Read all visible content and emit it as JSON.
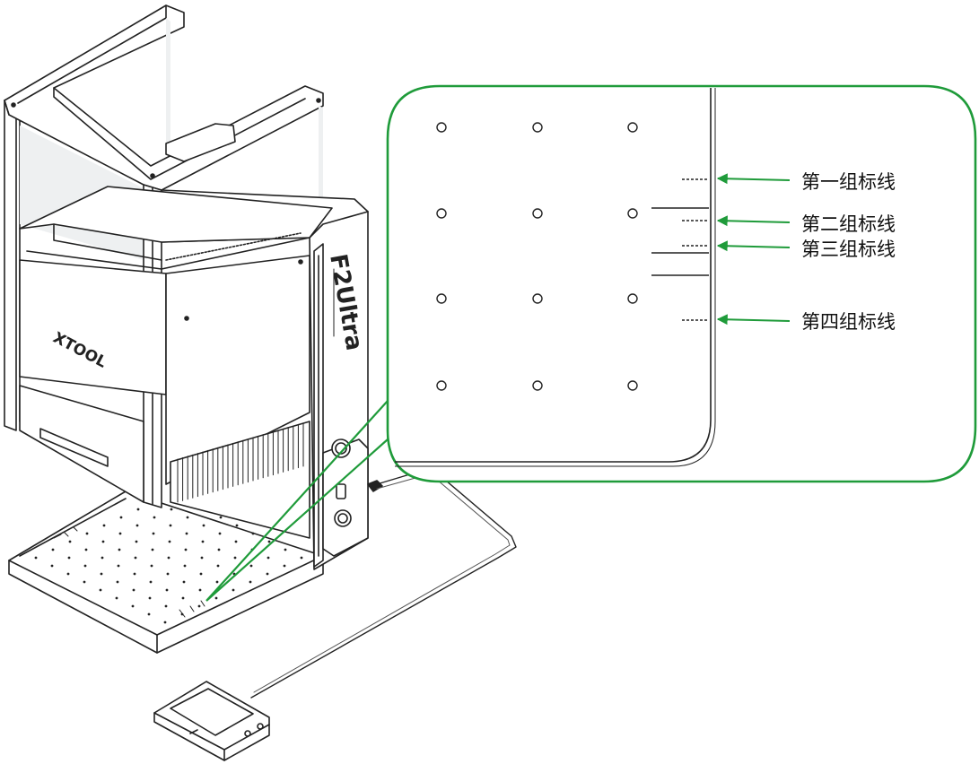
{
  "device": {
    "brand": "XTOOL",
    "model": "F2Ultra"
  },
  "callouts": [
    {
      "label": "第一组标线"
    },
    {
      "label": "第二组标线"
    },
    {
      "label": "第三组标线"
    },
    {
      "label": "第四组标线"
    }
  ],
  "colors": {
    "callout": "#1f9b3a",
    "line": "#222222",
    "glass": "#eef0f1",
    "background": "#ffffff"
  }
}
